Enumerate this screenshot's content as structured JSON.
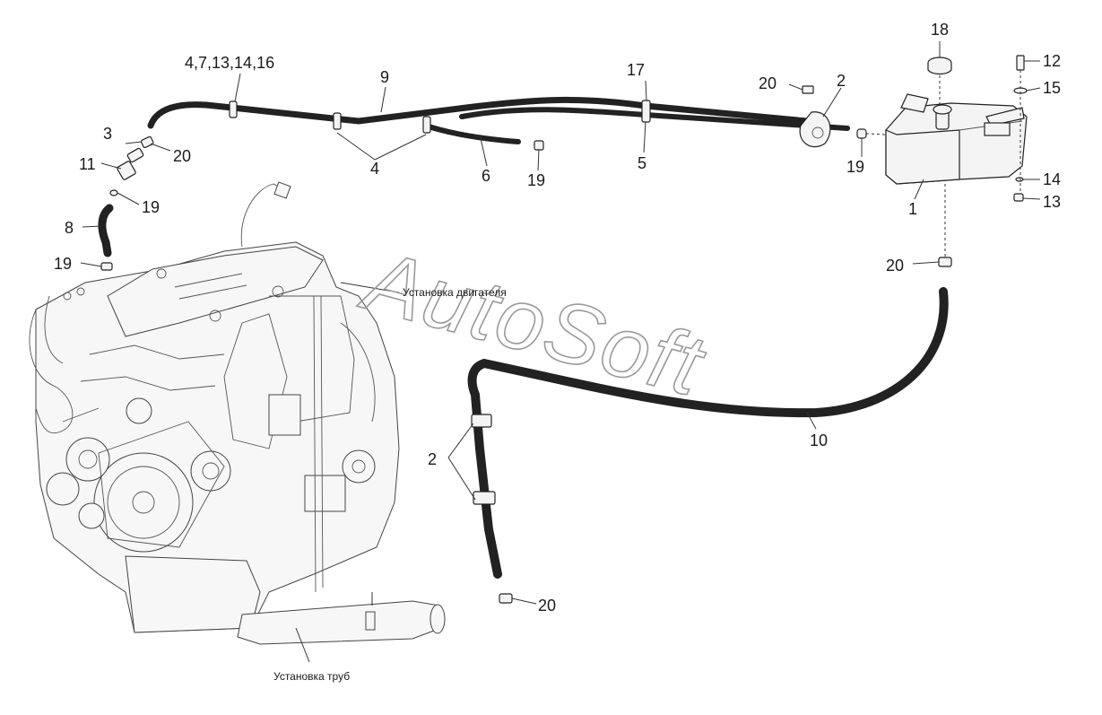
{
  "diagram": {
    "callouts": {
      "c1": "1",
      "c2a": "2",
      "c2b": "2",
      "c3": "3",
      "c4a": "4,7,13,14,16",
      "c4b": "4",
      "c5": "5",
      "c6": "6",
      "c8": "8",
      "c9": "9",
      "c10": "10",
      "c11": "11",
      "c12": "12",
      "c13": "13",
      "c14": "14",
      "c15": "15",
      "c17": "17",
      "c18": "18",
      "c19a": "19",
      "c19b": "19",
      "c19c": "19",
      "c19d": "19",
      "c20a": "20",
      "c20b": "20",
      "c20c": "20",
      "c20d": "20"
    },
    "labels": {
      "engine_install": "Установка двигателя",
      "pipe_install": "Установка труб"
    },
    "watermark": "AutoSoft"
  }
}
